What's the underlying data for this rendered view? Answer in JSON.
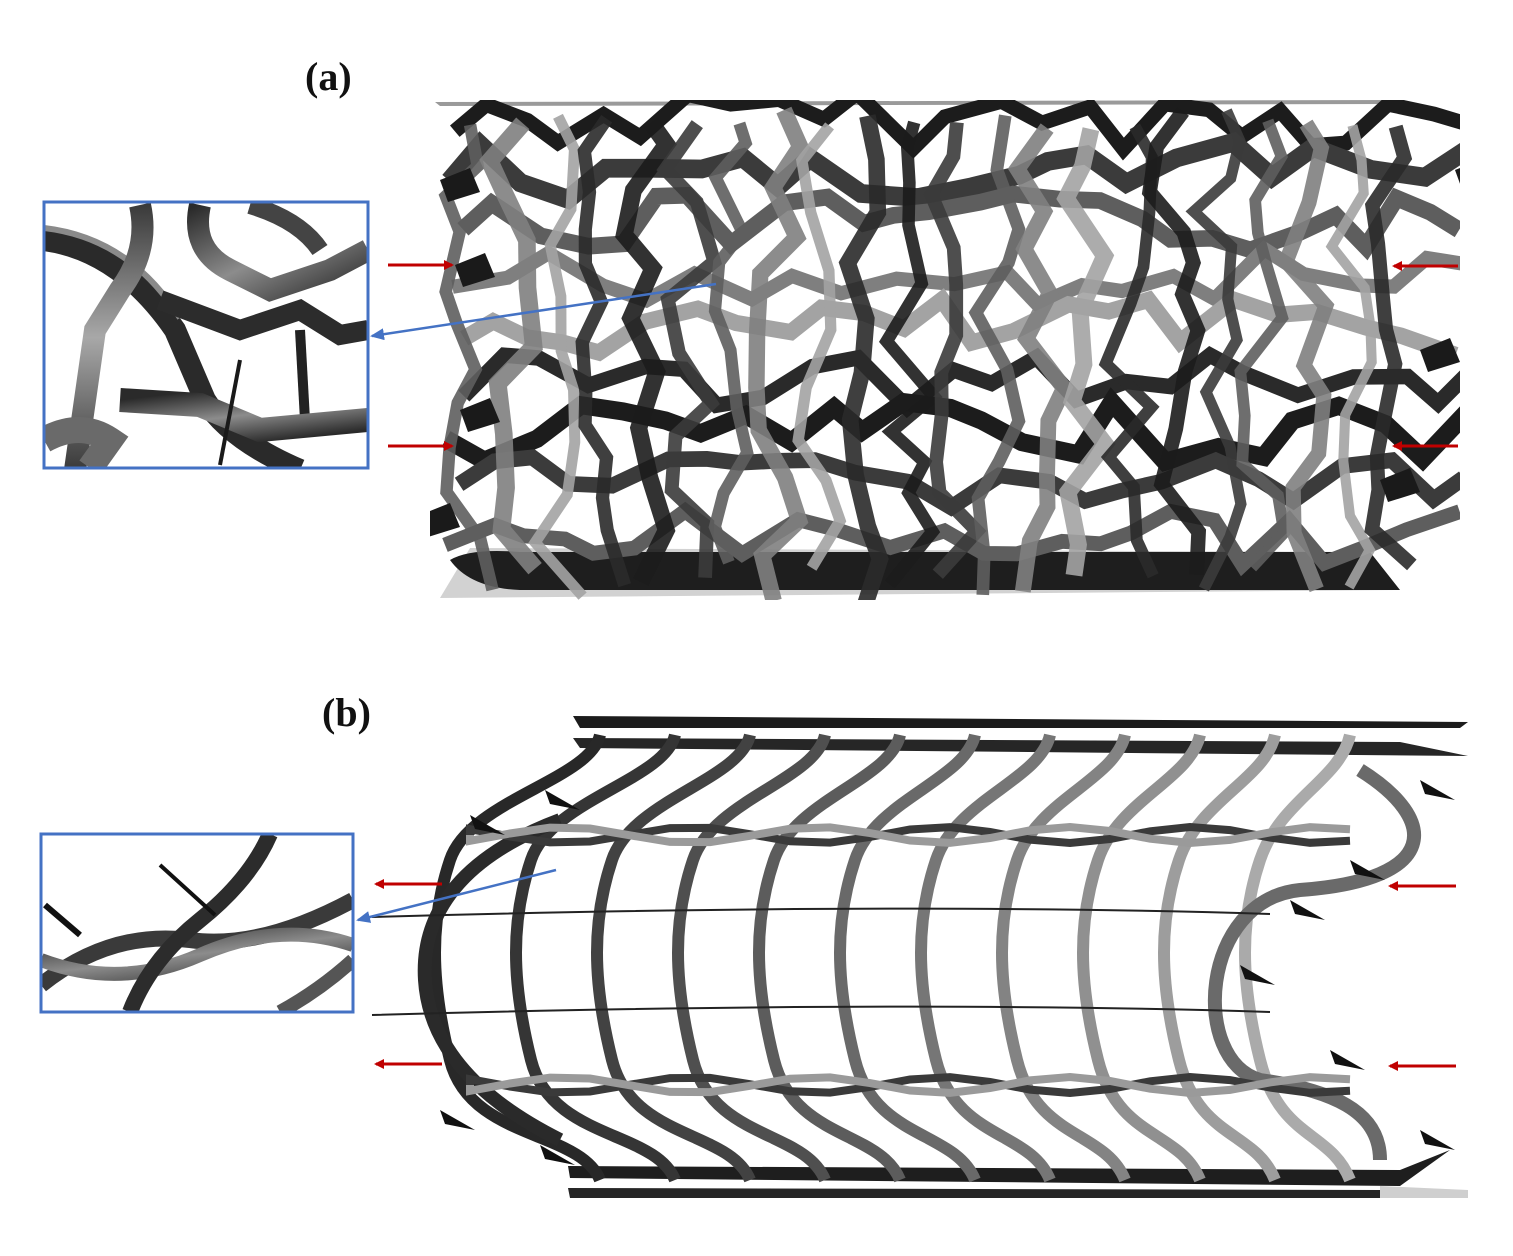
{
  "panels": [
    {
      "id": "a",
      "label": "(a)"
    },
    {
      "id": "b",
      "label": "(b)"
    }
  ],
  "colors": {
    "ribbon_dark": "#1c1c1c",
    "ribbon_mid": "#5a5a5a",
    "ribbon_light": "#9a9a9a",
    "plate_light": "#cfcfcf",
    "load_arrow": "#c00000",
    "inset_frame": "#4472c4"
  },
  "icons": {
    "load_arrow": "arrow-icon",
    "zoom_pointer": "arrow-icon"
  }
}
